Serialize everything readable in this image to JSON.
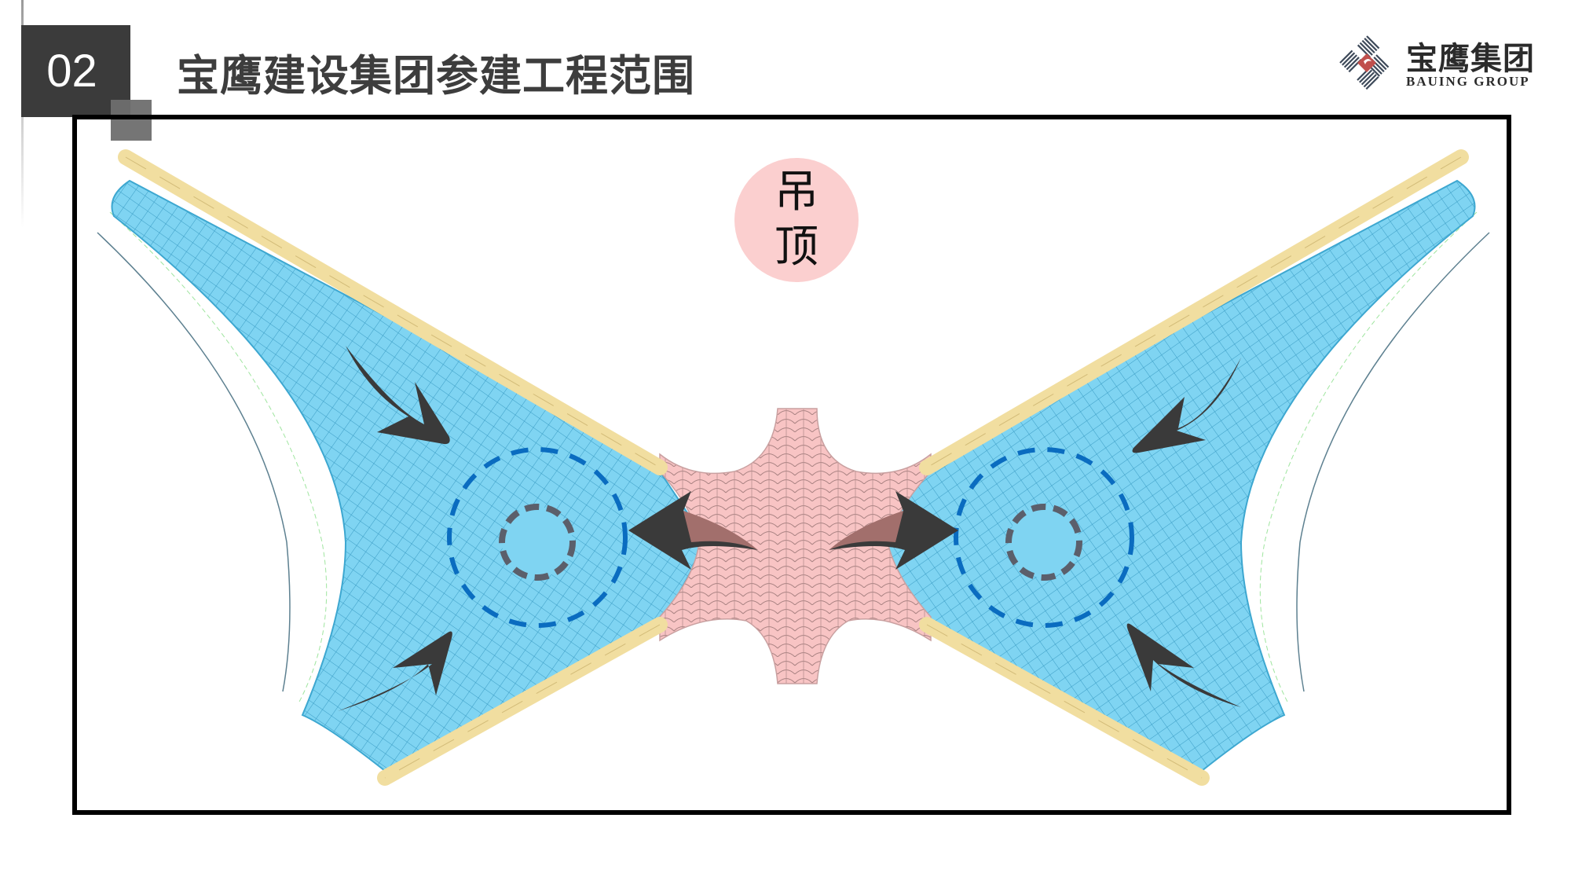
{
  "header": {
    "section_number": "02",
    "title": "宝鹰建设集团参建工程范围"
  },
  "logo": {
    "name_cn": "宝鹰集团",
    "name_en": "BAUING GROUP"
  },
  "diagram": {
    "badge_line1": "吊",
    "badge_line2": "顶",
    "colors": {
      "canopy_blue": "#7fd4f2",
      "grid_line": "#3a9cc4",
      "center_pink": "#f8c4c4",
      "beam_yellow": "#f1dea0",
      "arrow_dark": "#3a3a3a",
      "dashed_blue": "#0a6cc0",
      "dashed_gray": "#5b5f6b",
      "badge_pink": "#fbcfcf"
    }
  }
}
